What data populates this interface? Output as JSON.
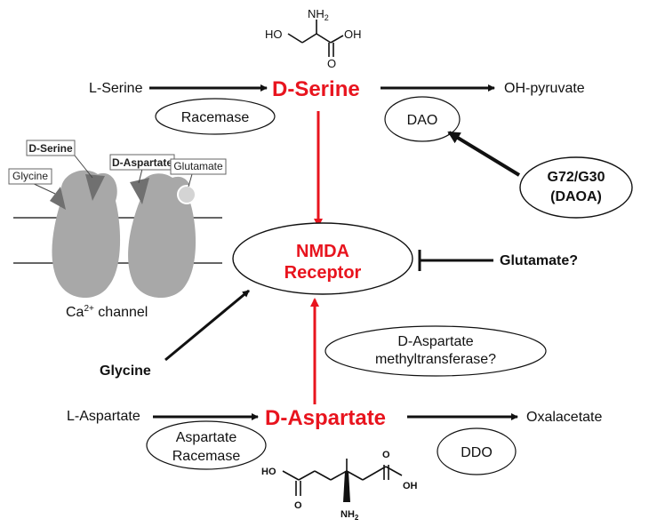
{
  "serine_structure": {
    "nh2": "NH",
    "nh2_sub": "2",
    "ho": "HO",
    "oh": "OH",
    "o": "O"
  },
  "aspartate_structure": {
    "ho": "HO",
    "oh": "OH",
    "o1": "O",
    "o2": "O",
    "nh2": "NH",
    "nh2_sub": "2"
  },
  "labels": {
    "l_serine": "L-Serine",
    "d_serine": "D-Serine",
    "oh_pyruvate": "OH-pyruvate",
    "racemase": "Racemase",
    "dao": "DAO",
    "g72_line1": "G72/G30",
    "g72_line2": "(DAOA)",
    "nmda_line1": "NMDA",
    "nmda_line2": "Receptor",
    "glutamate_q": "Glutamate?",
    "glycine": "Glycine",
    "dasp_mt_line1": "D-Aspartate",
    "dasp_mt_line2": "methyltransferase?",
    "l_aspartate": "L-Aspartate",
    "d_aspartate": "D-Aspartate",
    "oxalacetate": "Oxalacetate",
    "asp_racemase_line1": "Aspartate",
    "asp_racemase_line2": "Racemase",
    "ddo": "DDO"
  },
  "receptor_inset": {
    "d_serine_tag": "D-Serine",
    "glycine_tag": "Glycine",
    "d_aspartate_tag": "D-Aspartate",
    "glutamate_tag": "Glutamate",
    "channel_label": "Ca",
    "channel_sup": "2+",
    "channel_suffix": " channel"
  },
  "colors": {
    "accent_red": "#e8141e",
    "protein_gray": "#a8a8a8",
    "ligand_dark": "#707070",
    "ink": "#111111"
  }
}
